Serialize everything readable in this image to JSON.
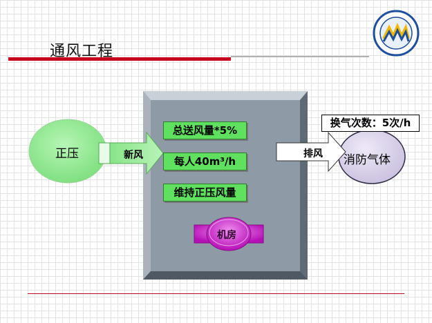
{
  "slide": {
    "title": "通风工程"
  },
  "diagram": {
    "positive_pressure": "正压",
    "fresh_air": "新风",
    "exhaust": "排风",
    "gas_fire": "消防气体",
    "air_change": "换气次数：5次/h",
    "room_items": [
      "总送风量*5%",
      "每人40m³/h",
      "维持正压风量"
    ],
    "machine_room": "机房"
  },
  "colors": {
    "accent_red": "#c8001e",
    "room_fill": "#8e9aa6",
    "ellipse_green": "#88e888",
    "box_green": "#5fe05f",
    "button_magenta": "#d020c8",
    "ellipse_lilac": "#d4cde6"
  }
}
